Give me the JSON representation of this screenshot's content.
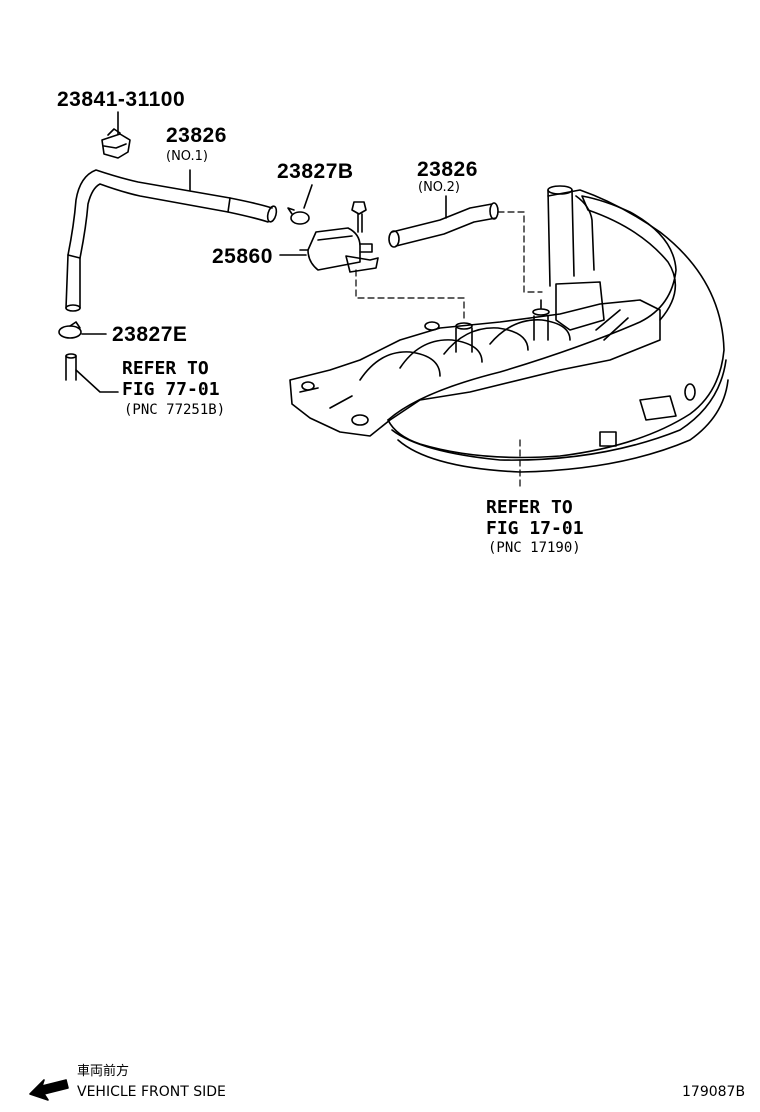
{
  "parts": {
    "p1": {
      "number": "23841-31100"
    },
    "p2": {
      "number": "23826",
      "note": "(NO.1)"
    },
    "p3": {
      "number": "23827B"
    },
    "p4": {
      "number": "23826",
      "note": "(NO.2)"
    },
    "p5": {
      "number": "25860"
    },
    "p6": {
      "number": "23827E"
    }
  },
  "refs": {
    "ref1": {
      "line1": "REFER TO",
      "line2": "FIG 77-01",
      "pnc": "(PNC 77251B)"
    },
    "ref2": {
      "line1": "REFER TO",
      "line2": "FIG 17-01",
      "pnc": "(PNC 17190)"
    }
  },
  "footer": {
    "jp_label": "車両前方",
    "direction_label": "VEHICLE FRONT SIDE",
    "figure_id": "179087B"
  }
}
